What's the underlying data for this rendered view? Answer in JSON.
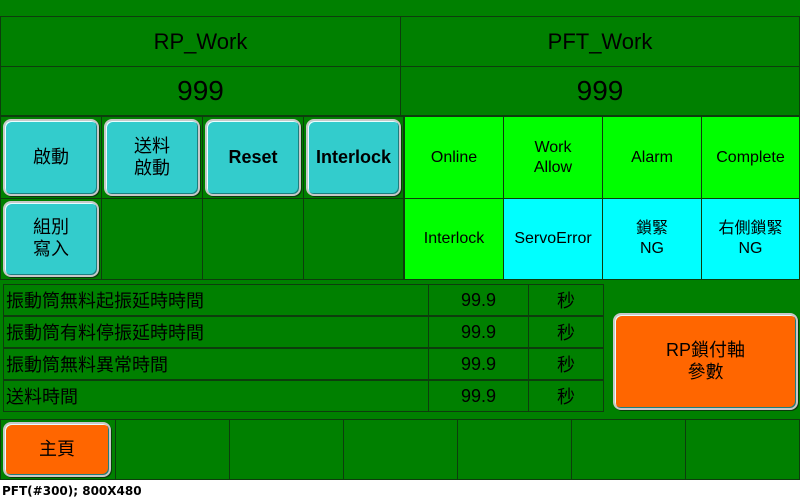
{
  "header": {
    "rp_title": "RP_Work",
    "pft_title": "PFT_Work",
    "rp_value": "999",
    "pft_value": "999"
  },
  "buttons": {
    "start": "啟動",
    "feed_start": "送料\n啟動",
    "reset": "Reset",
    "interlock": "Interlock",
    "group_write": "組別\n寫入",
    "rp_params": "RP鎖付軸\n參數",
    "home": "主頁"
  },
  "lamps": {
    "online": "Online",
    "work_allow": "Work\nAllow",
    "alarm": "Alarm",
    "complete": "Complete",
    "interlock": "Interlock",
    "servo_error": "ServoError",
    "lock_ng": "鎖緊\nNG",
    "right_lock_ng": "右側鎖緊\nNG"
  },
  "params": [
    {
      "label": "振動筒無料起振延時時間",
      "value": "99.9",
      "unit": "秒"
    },
    {
      "label": "振動筒有料停振延時時間",
      "value": "99.9",
      "unit": "秒"
    },
    {
      "label": "振動筒無料異常時間",
      "value": "99.9",
      "unit": "秒"
    },
    {
      "label": "送料時間",
      "value": "99.9",
      "unit": "秒"
    }
  ],
  "footer": "PFT(#300); 800X480",
  "colors": {
    "background": "#008000",
    "button": "#33cccc",
    "lamp_green": "#00ff00",
    "lamp_cyan": "#00ffff",
    "orange": "#ff6600"
  }
}
